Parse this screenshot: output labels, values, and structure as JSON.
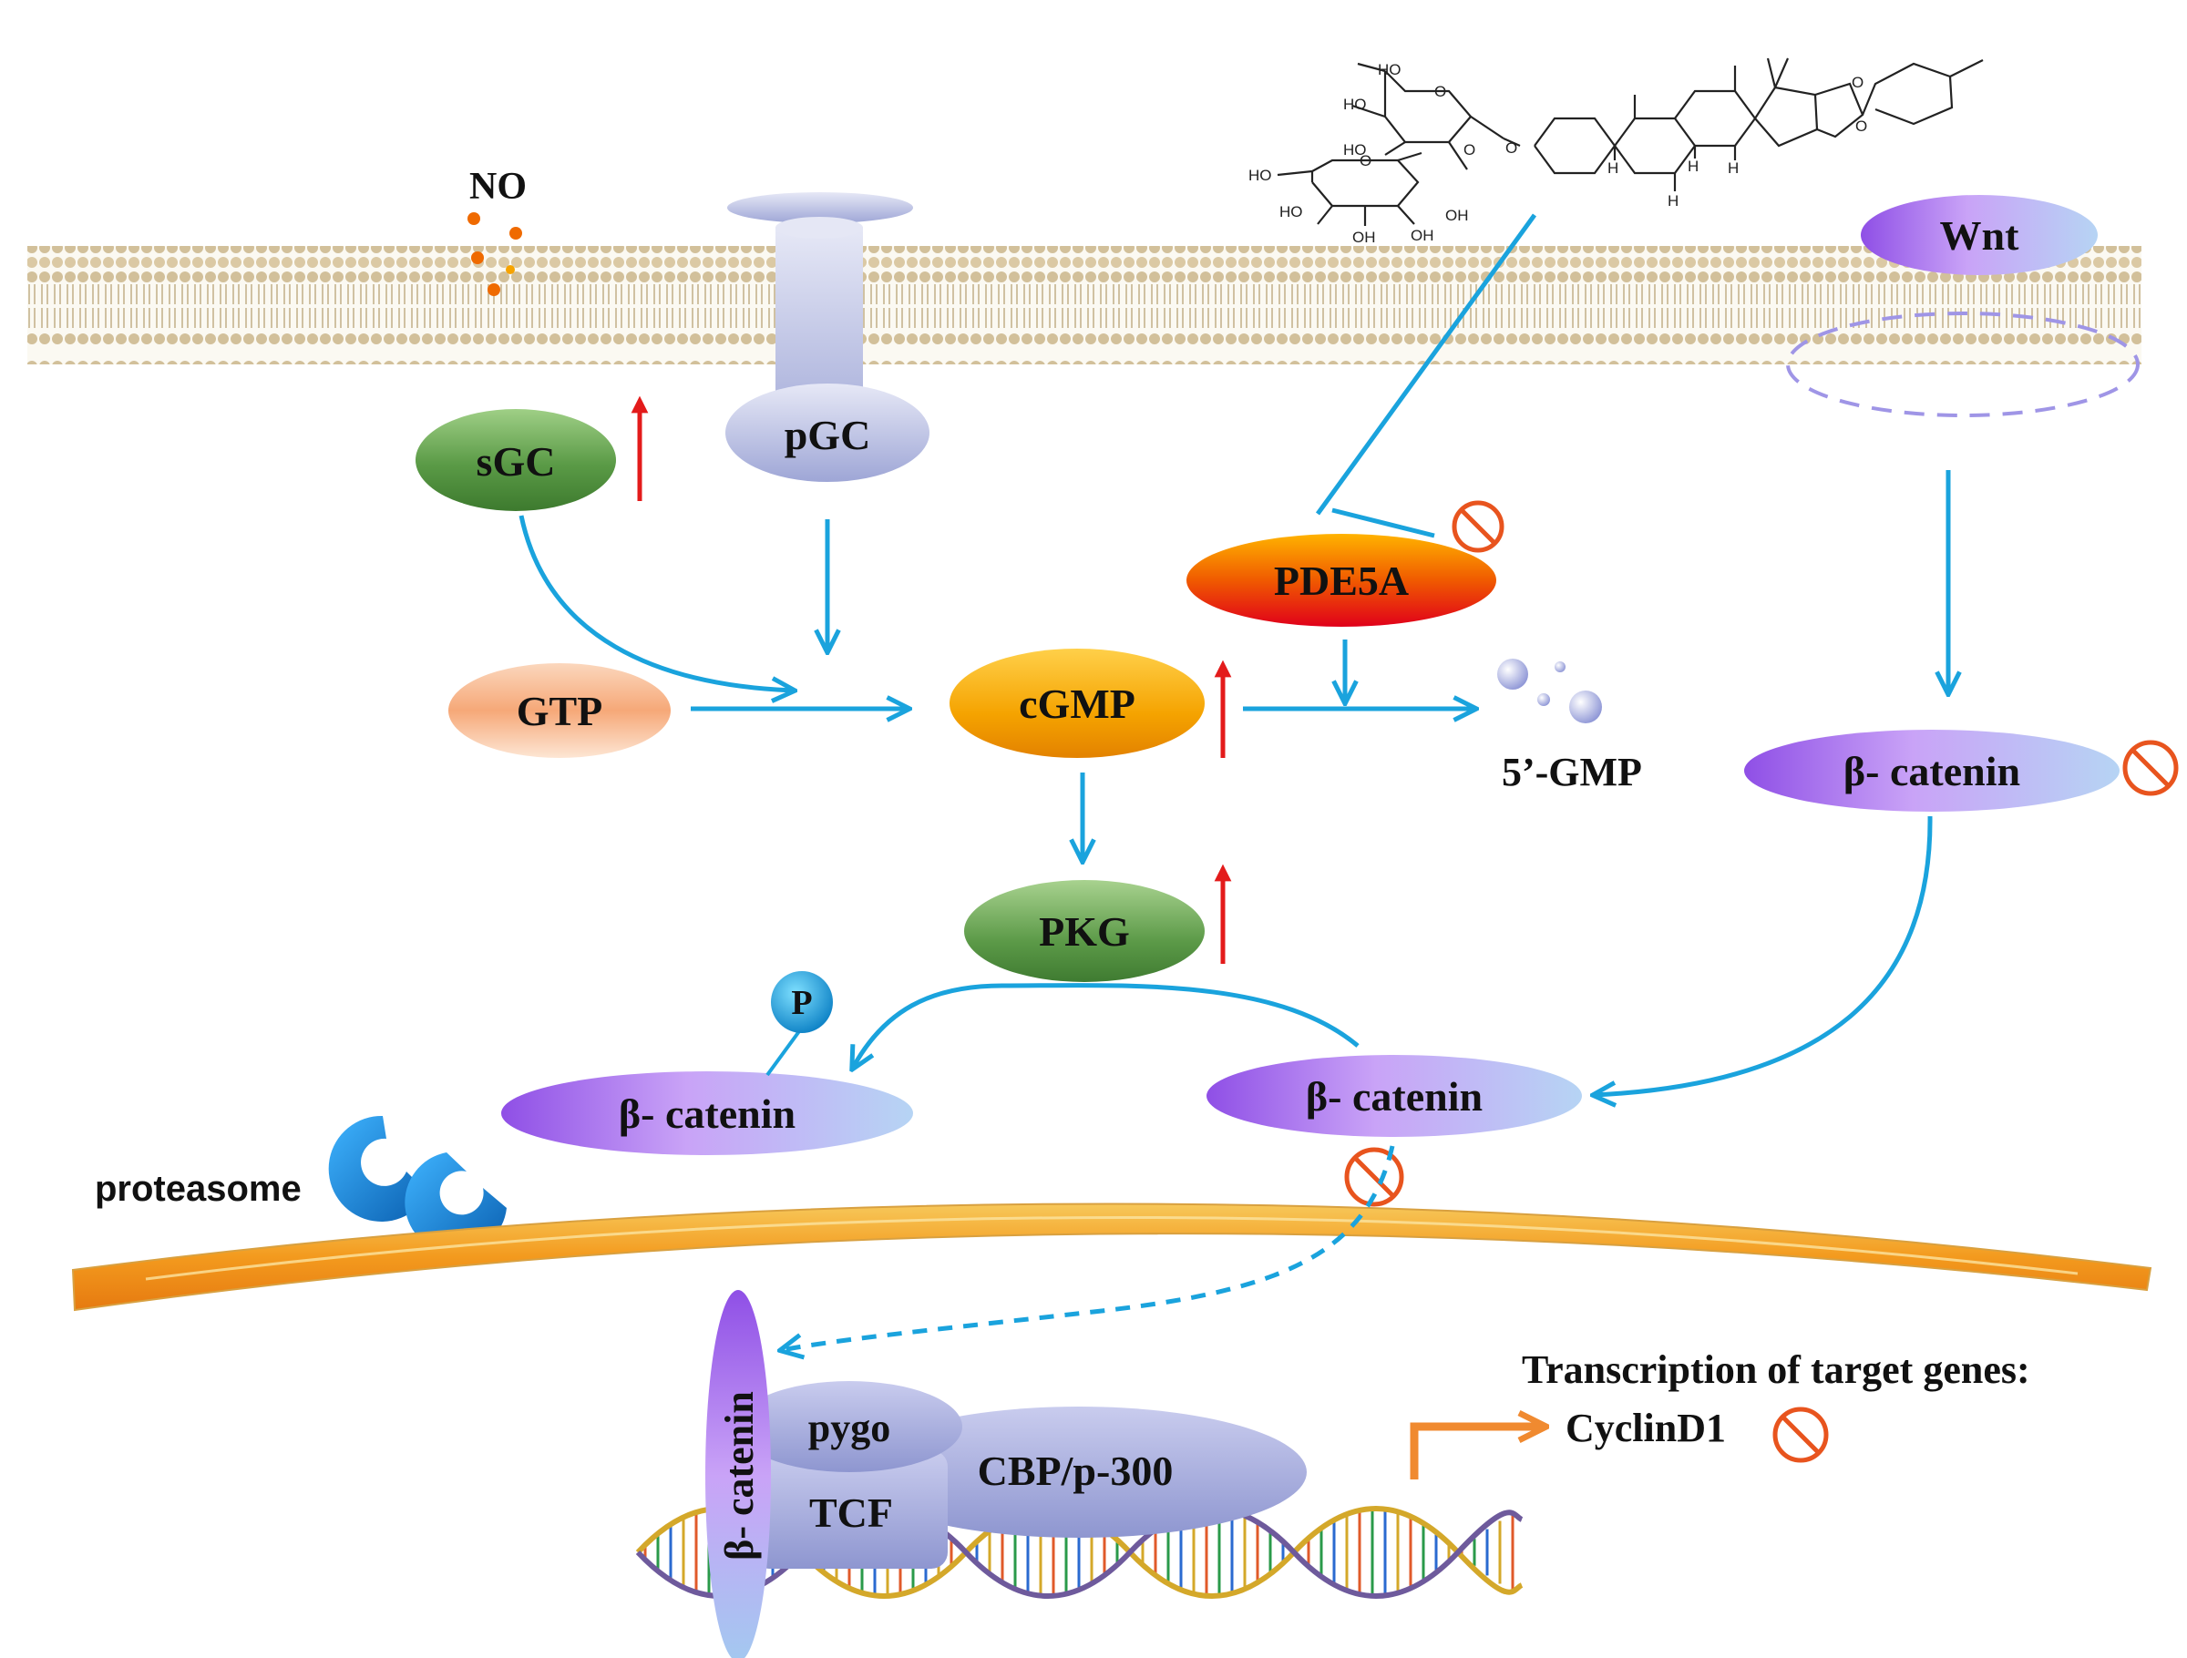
{
  "labels": {
    "no": "NO",
    "sgc": "sGC",
    "pgc": "pGC",
    "gtp": "GTP",
    "cgmp": "cGMP",
    "pde5a": "PDE5A",
    "gmp5": "5’-GMP",
    "pkg": "PKG",
    "wnt": "Wnt",
    "beta_catenin_right": "β- catenin",
    "beta_catenin_mid": "β- catenin",
    "beta_catenin_left": "β- catenin",
    "phospho": "P",
    "proteasome": "proteasome",
    "beta_catenin_nuclear": "β- catenin",
    "pygo": "pygo",
    "tcf": "TCF",
    "cbp": "CBP/p-300",
    "transcription": "Transcription of target genes:",
    "cyclin": "CyclinD1"
  },
  "molecule": {
    "atoms": {
      "ho1": "HO",
      "ho2": "HO",
      "ho3": "HO",
      "ho4": "HO",
      "ho5": "HO",
      "oh1": "OH",
      "oh2": "OH",
      "oh3": "OH",
      "o1": "O",
      "o2": "O",
      "o3": "O",
      "o4": "O",
      "o5": "O",
      "o6": "O",
      "h1": "H",
      "h2": "H",
      "h3": "H",
      "h4": "H"
    }
  },
  "colors": {
    "arrow": "#1aa3dd",
    "upregulation": "#e31b1b",
    "inhibition_sign": "#e8541e",
    "membrane": "#d8c49a",
    "nuclear_envelope": "#f0a020"
  }
}
